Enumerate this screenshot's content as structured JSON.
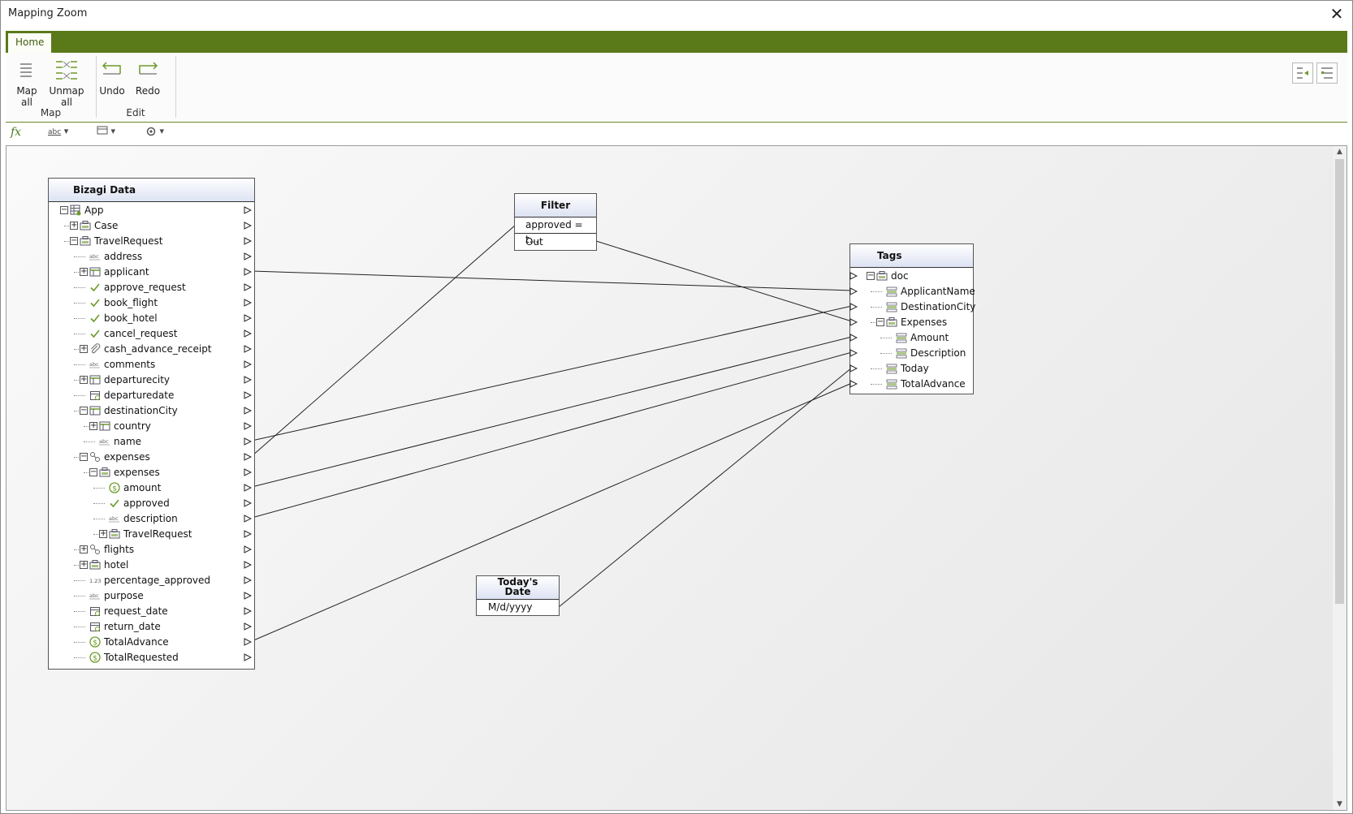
{
  "window": {
    "title": "Mapping Zoom"
  },
  "ribbon": {
    "tab": "Home",
    "buttons": {
      "map_all": "Map all",
      "unmap_all": "Unmap all",
      "undo": "Undo",
      "redo": "Redo"
    },
    "groups": {
      "map": "Map",
      "edit": "Edit"
    }
  },
  "formula_bar": {
    "fx": "fx",
    "abc": "abc"
  },
  "source_panel": {
    "title": "Bizagi Data",
    "rows": [
      "App",
      "Case",
      "TravelRequest",
      "address",
      "applicant",
      "approve_request",
      "book_flight",
      "book_hotel",
      "cancel_request",
      "cash_advance_receipt",
      "comments",
      "departurecity",
      "departuredate",
      "destinationCity",
      "country",
      "name",
      "expenses",
      "expenses",
      "amount",
      "approved",
      "description",
      "TravelRequest",
      "flights",
      "hotel",
      "percentage_approved",
      "purpose",
      "request_date",
      "return_date",
      "TotalAdvance",
      "TotalRequested"
    ],
    "badges": {
      "abc": "abc",
      "num": "1.23"
    }
  },
  "filter_node": {
    "title": "Filter",
    "condition": "approved = t...",
    "out": "Out"
  },
  "date_node": {
    "title": "Today's Date",
    "format": "M/d/yyyy"
  },
  "target_panel": {
    "title": "Tags",
    "rows": [
      "doc",
      "ApplicantName",
      "DestinationCity",
      "Expenses",
      "Amount",
      "Description",
      "Today",
      "TotalAdvance"
    ]
  },
  "colors": {
    "ribbon_green": "#5a7a1a",
    "accent_green": "#6e9a2a",
    "header_blue": "#dde3f3"
  }
}
